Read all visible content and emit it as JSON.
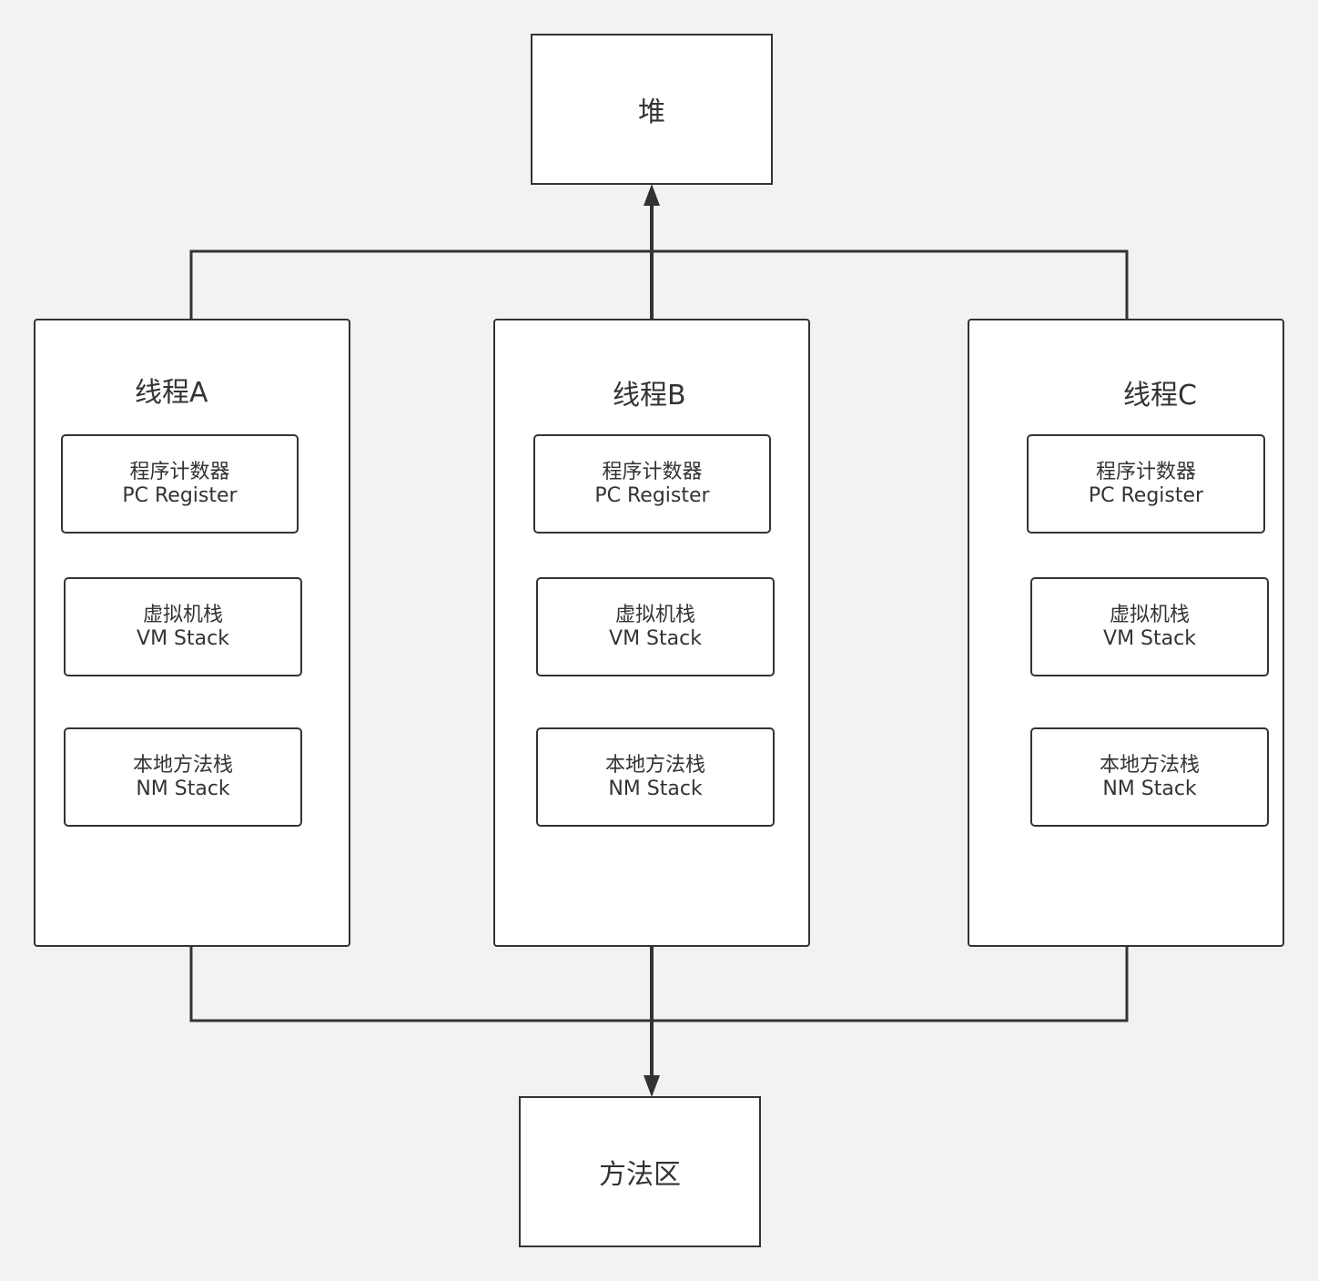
{
  "heap": {
    "label": "堆"
  },
  "method_area": {
    "label": "方法区"
  },
  "threads": [
    {
      "title": "线程A",
      "components": [
        {
          "line1": "程序计数器",
          "line2": "PC Register"
        },
        {
          "line1": "虚拟机栈",
          "line2": "VM Stack"
        },
        {
          "line1": "本地方法栈",
          "line2": "NM Stack"
        }
      ]
    },
    {
      "title": "线程B",
      "components": [
        {
          "line1": "程序计数器",
          "line2": "PC Register"
        },
        {
          "line1": "虚拟机栈",
          "line2": "VM Stack"
        },
        {
          "line1": "本地方法栈",
          "line2": "NM Stack"
        }
      ]
    },
    {
      "title": "线程C",
      "components": [
        {
          "line1": "程序计数器",
          "line2": "PC Register"
        },
        {
          "line1": "虚拟机栈",
          "line2": "VM Stack"
        },
        {
          "line1": "本地方法栈",
          "line2": "NM Stack"
        }
      ]
    }
  ],
  "colors": {
    "background": "#f2f2f2",
    "box_fill": "#ffffff",
    "stroke": "#333333",
    "text": "#333333"
  }
}
